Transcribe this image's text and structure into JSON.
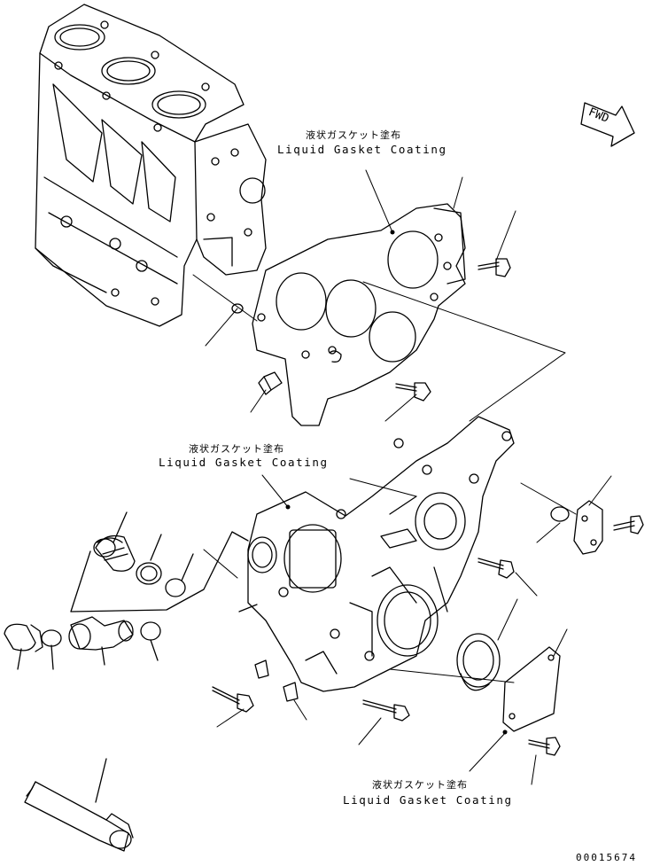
{
  "diagram": {
    "direction_marker": "FWD",
    "callouts": [
      {
        "jp": "液状ガスケット塗布",
        "en": "Liquid Gasket Coating"
      },
      {
        "jp": "液状ガスケット塗布",
        "en": "Liquid Gasket Coating"
      },
      {
        "jp": "液状ガスケット塗布",
        "en": "Liquid Gasket Coating"
      }
    ],
    "drawing_number": "00015674"
  }
}
